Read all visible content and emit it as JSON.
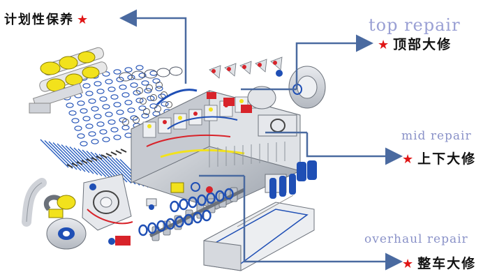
{
  "labels": {
    "planned": {
      "cn": "计划性保养",
      "star": "★"
    },
    "top": {
      "en": "top repair",
      "cn": "顶部大修",
      "star": "★"
    },
    "mid": {
      "en": "mid repair",
      "cn": "上下大修",
      "star": "★"
    },
    "overhaul": {
      "en": "overhaul repair",
      "cn": "整车大修",
      "star": "★"
    }
  },
  "colors": {
    "arrow": "#4a6aa0",
    "star": "#e01515",
    "label_en": "#8a92c8",
    "engine_blue": "#1f4fb5",
    "engine_yellow": "#f2e21c",
    "engine_red": "#d8232a",
    "engine_gray": "#b9bec6"
  }
}
